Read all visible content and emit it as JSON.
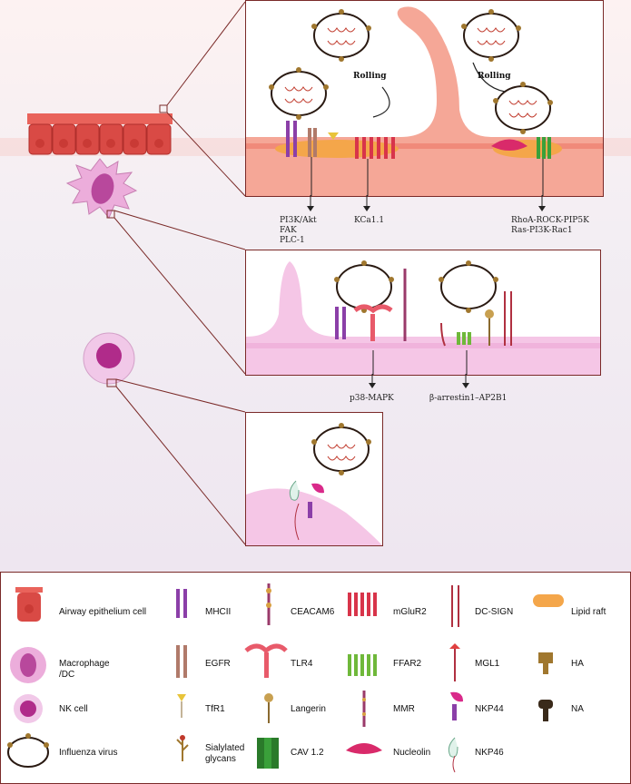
{
  "panels": {
    "top": {
      "rolling_left": "Rolling",
      "rolling_right": "Rolling",
      "pathway_1": [
        "PI3K/Akt",
        "FAK",
        "PLC-1"
      ],
      "pathway_2": "KCa1.1",
      "pathway_3": [
        "RhoA-ROCK-PIP5K",
        "Ras-PI3K-Rac1"
      ]
    },
    "middle": {
      "pathway_1": "p38-MAPK",
      "pathway_2": "β-arrestin1–AP2B1"
    }
  },
  "legend": {
    "col1": [
      "Airway epithelium cell",
      "Macrophage /DC",
      "NK cell",
      "Influenza virus"
    ],
    "col2": [
      "MHCII",
      "EGFR",
      "TfR1",
      "Sialylated glycans"
    ],
    "col3": [
      "CEACAM6",
      "TLR4",
      "Langerin",
      "CAV 1.2"
    ],
    "col4": [
      "mGluR2",
      "FFAR2",
      "MMR",
      "Nucleolin"
    ],
    "col5": [
      "DC-SIGN",
      "MGL1",
      "NKP44",
      "NKP46"
    ],
    "col6": [
      "Lipid raft",
      "HA",
      "NA"
    ]
  },
  "colors": {
    "epithelium": "#e8514a",
    "macrophage": "#e9a6d6",
    "nk_cell": "#c0328c",
    "panel_border": "#7a2a28",
    "lipid_raft": "#f4a64a",
    "membrane_top": "#f08a7a",
    "membrane_mid": "#f0b3dc"
  }
}
